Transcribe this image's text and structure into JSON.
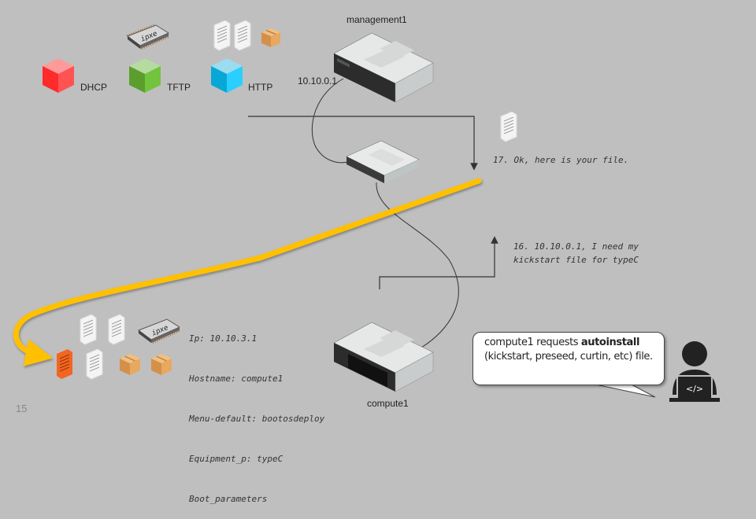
{
  "servers": {
    "management": {
      "name": "management1",
      "ip": "10.10.0.1"
    },
    "compute": {
      "name": "compute1"
    }
  },
  "services": [
    {
      "label": "DHCP",
      "icon": "cube-red-icon",
      "color": "#ff4d4d"
    },
    {
      "label": "TFTP",
      "icon": "cube-green-icon",
      "color": "#6ebf3c"
    },
    {
      "label": "HTTP",
      "icon": "cube-blue-icon",
      "color": "#29c4ef"
    }
  ],
  "chip_label": "ipxe",
  "messages": {
    "step16": "16. 10.10.0.1, I need my\nkickstart file for typeC",
    "step17": "17. Ok, here is your file."
  },
  "compute_info": {
    "lines": [
      "Ip: 10.10.3.1",
      "Hostname: compute1",
      "Menu-default: bootosdeploy",
      "Equipment_p: typeC",
      "Boot_parameters"
    ]
  },
  "callout": {
    "prefix": "compute1 requests ",
    "bold": "autoinstall",
    "suffix": "(kickstart, preseed, curtin, etc) file."
  },
  "colors": {
    "background": "#bfbfbf",
    "highlight_arrow": "#ffc000",
    "kickstart_file": "#f26522"
  },
  "page_number": "15"
}
